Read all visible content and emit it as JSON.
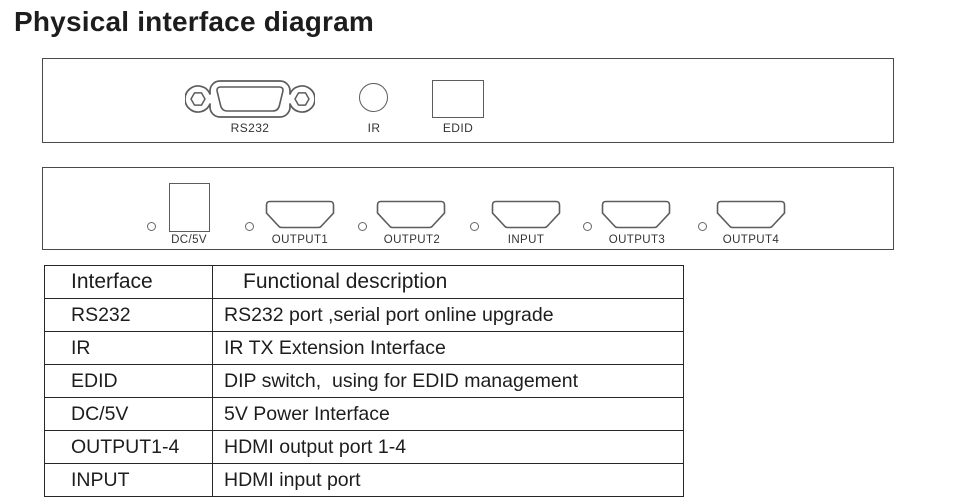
{
  "page": {
    "title": "Physical interface diagram"
  },
  "top_panel": {
    "ports": [
      {
        "id": "rs232",
        "label": "RS232"
      },
      {
        "id": "ir",
        "label": "IR"
      },
      {
        "id": "edid",
        "label": "EDID"
      }
    ]
  },
  "bottom_panel": {
    "ports": [
      {
        "id": "dc5v",
        "label": "DC/5V"
      },
      {
        "id": "output1",
        "label": "OUTPUT1"
      },
      {
        "id": "output2",
        "label": "OUTPUT2"
      },
      {
        "id": "input",
        "label": "INPUT"
      },
      {
        "id": "output3",
        "label": "OUTPUT3"
      },
      {
        "id": "output4",
        "label": "OUTPUT4"
      }
    ]
  },
  "table": {
    "headers": [
      "Interface",
      "Functional description"
    ],
    "rows": [
      [
        "RS232",
        "RS232 port ,serial port online upgrade"
      ],
      [
        "IR",
        "IR TX Extension Interface"
      ],
      [
        "EDID",
        "DIP switch,  using for EDID management"
      ],
      [
        "DC/5V",
        "5V Power Interface"
      ],
      [
        "OUTPUT1-4",
        "HDMI output port 1-4"
      ],
      [
        "INPUT",
        "HDMI input port"
      ]
    ]
  },
  "colors": {
    "ink": "#1d1d1d",
    "connector_line": "#5c5c5c",
    "panel_border": "#4a4a4a",
    "table_border": "#262626"
  }
}
